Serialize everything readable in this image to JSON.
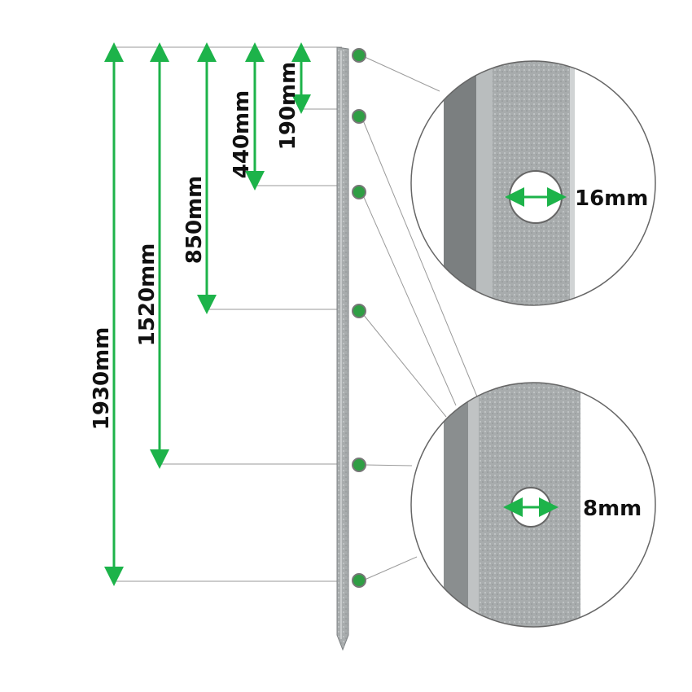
{
  "colors": {
    "accent": "#1db34a",
    "dot": "#2f9e44",
    "line": "#9a9a9a",
    "metal": "#a9adae"
  },
  "dimensions": [
    {
      "label": "1930mm",
      "value": 1930
    },
    {
      "label": "1520mm",
      "value": 1520
    },
    {
      "label": "850mm",
      "value": 850
    },
    {
      "label": "440mm",
      "value": 440
    },
    {
      "label": "190mm",
      "value": 190
    }
  ],
  "details": {
    "top_hole": {
      "label": "16mm"
    },
    "bottom_hole": {
      "label": "8mm"
    }
  }
}
